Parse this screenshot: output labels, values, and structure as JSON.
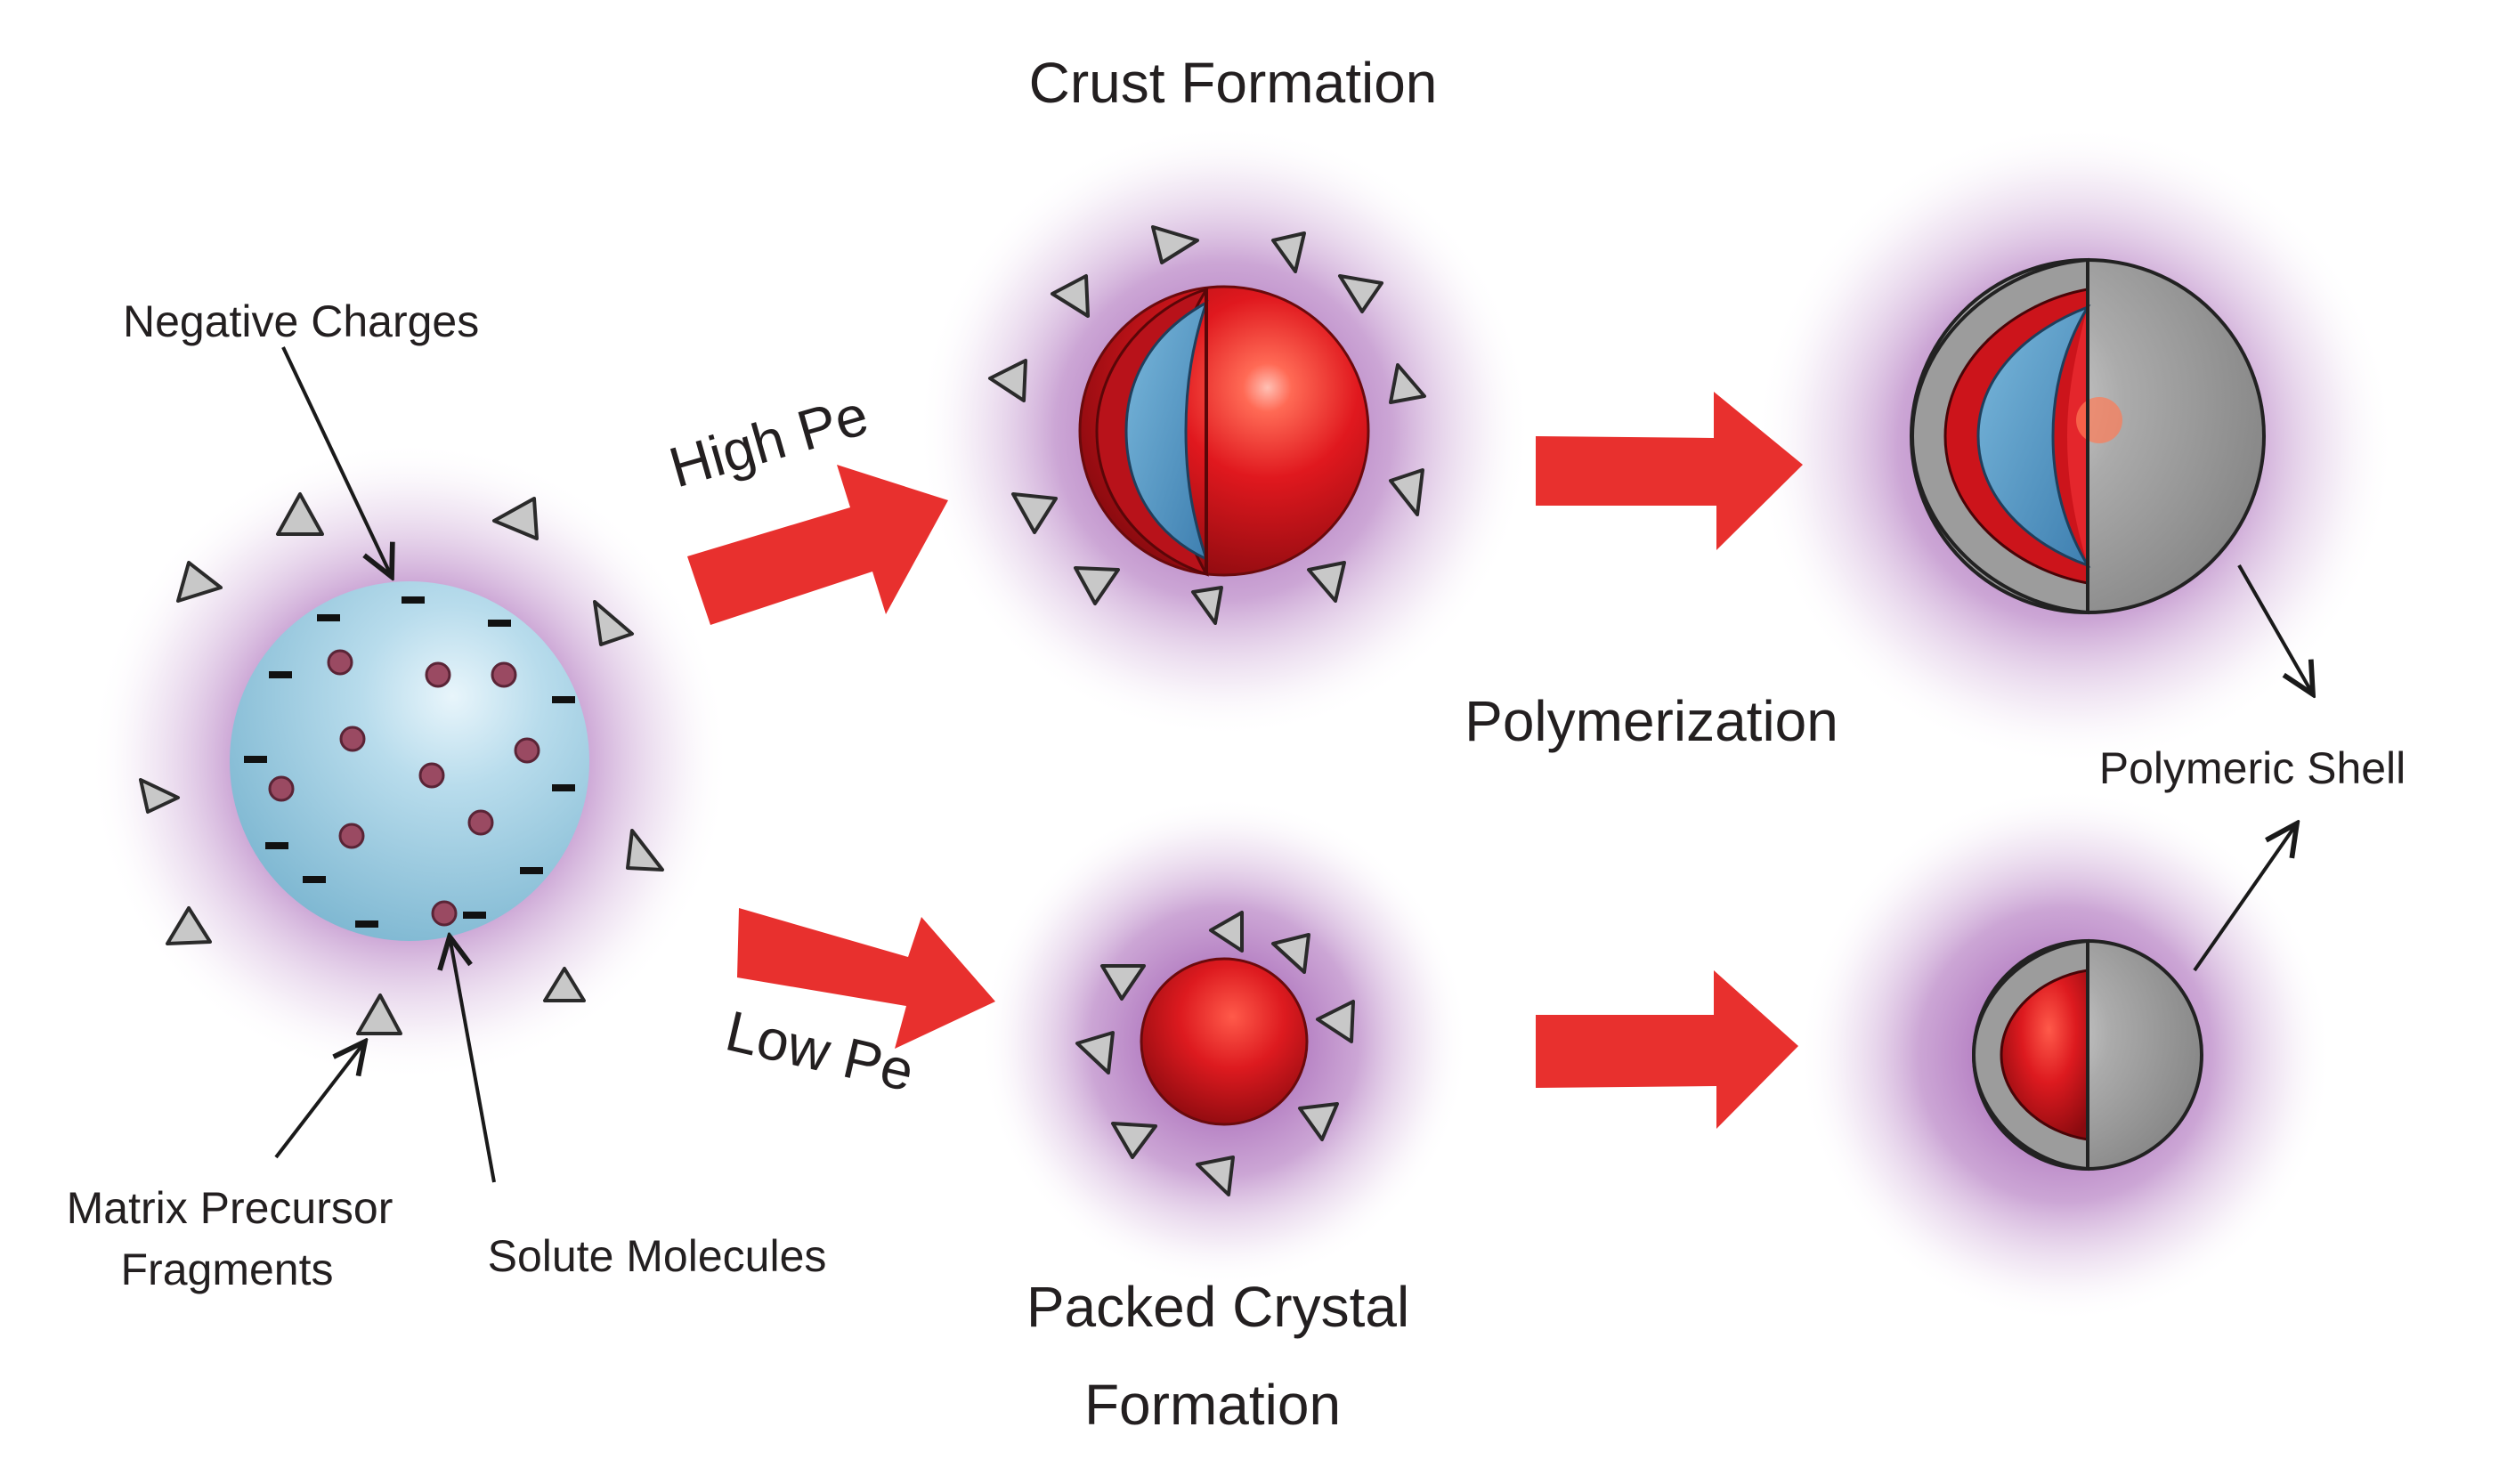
{
  "labels": {
    "negative_charges": "Negative Charges",
    "high_pe": "High Pe",
    "low_pe": "Low Pe",
    "crust_formation": "Crust Formation",
    "polymerization": "Polymerization",
    "polymeric_shell": "Polymeric Shell",
    "matrix_line1": "Matrix Precursor",
    "matrix_line2": "Fragments",
    "solute_molecules": "Solute Molecules",
    "packed_line1": "Packed Crystal",
    "packed_line2": "Formation"
  },
  "colors": {
    "halo": "#9a4dab",
    "droplet": "#a9d3e6",
    "crust_red": "#d51a20",
    "core_blue": "#5fa6cf",
    "shell_gray": "#a7a7a7",
    "arrow_red": "#e8302e",
    "charge_marker": "#c8c8c8"
  }
}
